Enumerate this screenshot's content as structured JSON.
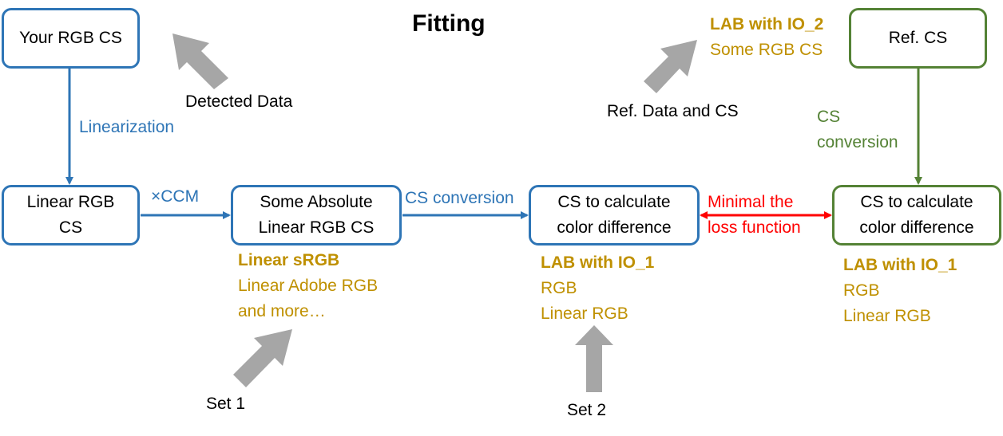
{
  "title": "Fitting",
  "boxes": {
    "your_rgb_cs": "Your RGB CS",
    "linear_rgb_cs": [
      "Linear RGB",
      "CS"
    ],
    "some_absolute": [
      "Some Absolute",
      "Linear RGB CS"
    ],
    "cs_calc_left": [
      "CS to calculate",
      "color difference"
    ],
    "ref_cs": "Ref. CS",
    "cs_calc_right": [
      "CS to calculate",
      "color difference"
    ]
  },
  "labels": {
    "detected_data": "Detected Data",
    "linearization": "Linearization",
    "ccm": "×CCM",
    "cs_conversion_mid": "CS conversion",
    "minimal_loss": [
      "Minimal the",
      "loss function"
    ],
    "ref_data_cs": "Ref. Data and CS",
    "cs_conversion_right": [
      "CS",
      "conversion"
    ],
    "set1": "Set 1",
    "set2": "Set 2"
  },
  "options": {
    "set1": [
      "Linear sRGB",
      "Linear Adobe RGB",
      "and more…"
    ],
    "set2": [
      "LAB with IO_1",
      "RGB",
      "Linear RGB"
    ],
    "ref_top": [
      "LAB with IO_2",
      "Some RGB CS"
    ],
    "ref_right": [
      "LAB with IO_1",
      "RGB",
      "Linear RGB"
    ]
  },
  "colors": {
    "blue": "#2e75b6",
    "green": "#548235",
    "gold": "#bf9000",
    "red": "#ff0000",
    "gray_arrow": "#a6a6a6"
  }
}
